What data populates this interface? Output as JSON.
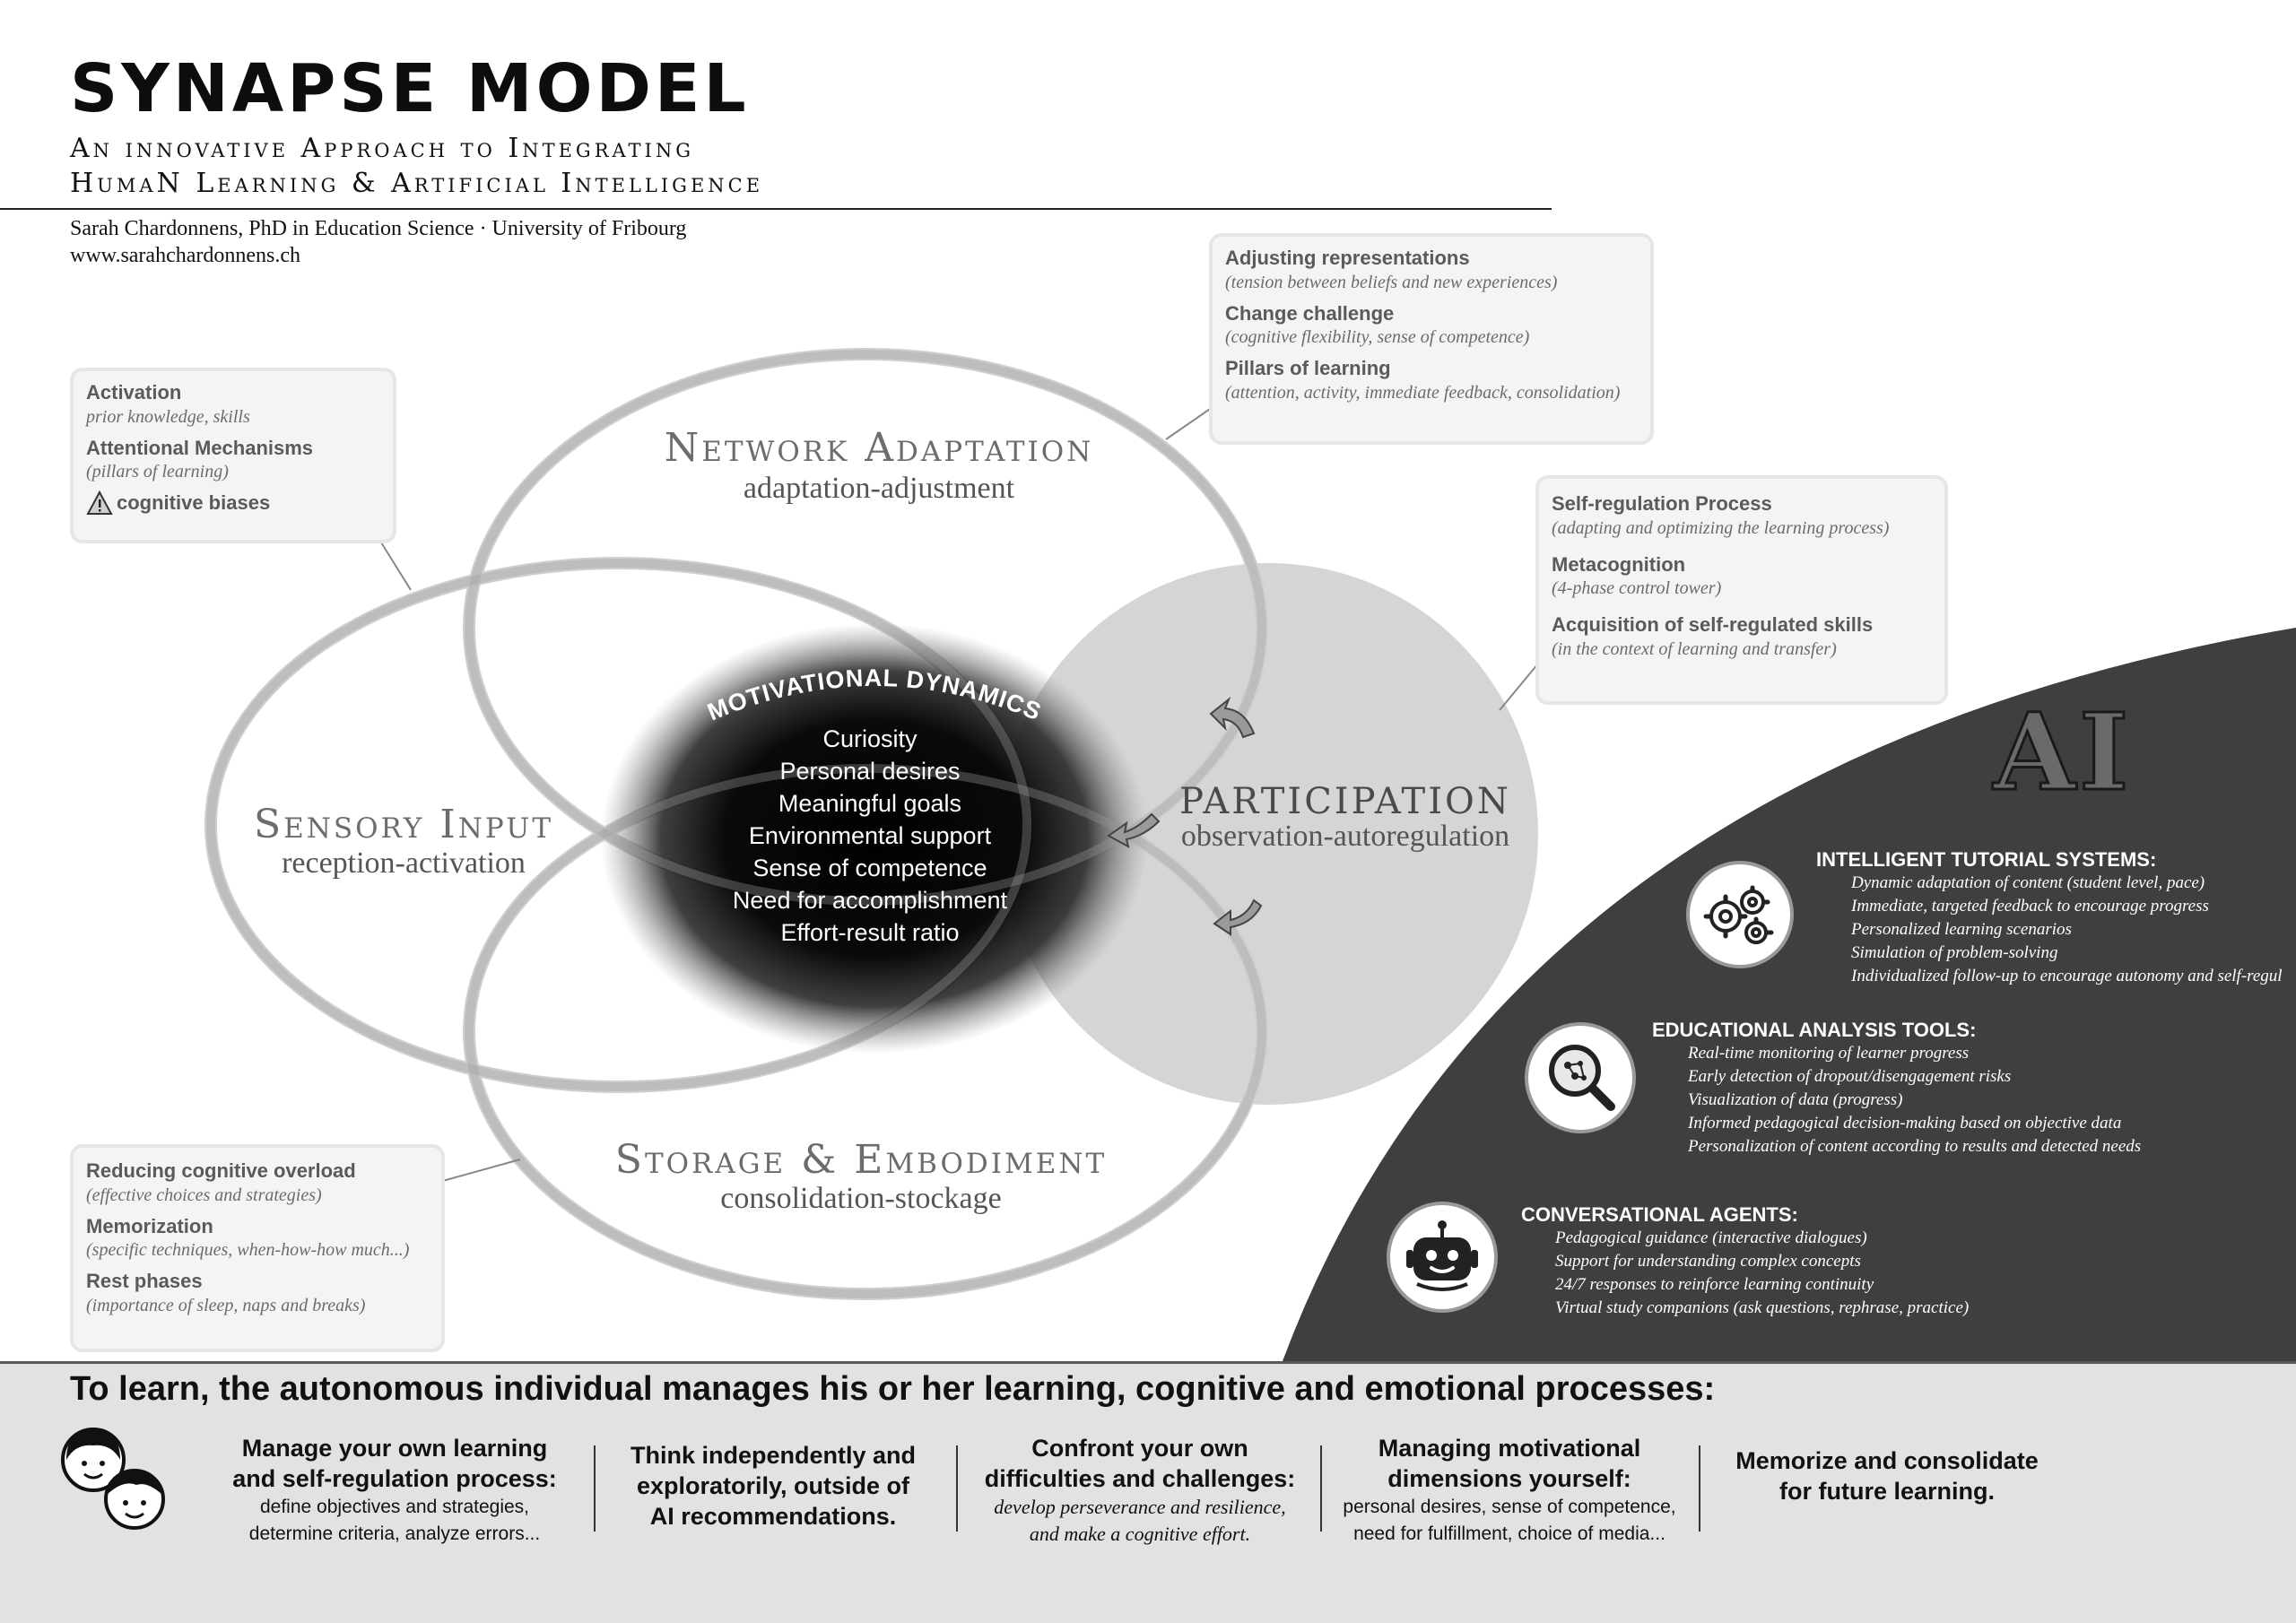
{
  "header": {
    "title": "SYNAPSE MODEL",
    "subtitle_line1": "An innovative Approach to Integrating",
    "subtitle_line2": "HumaN Learning & Artificial Intelligence",
    "author": "Sarah Chardonnens, PhD in Education Science · University of Fribourg",
    "website": "www.sarahchardonnens.ch"
  },
  "callouts": {
    "activation": {
      "items": [
        {
          "label": "Activation",
          "desc": "prior knowledge, skills"
        },
        {
          "label": "Attentional Mechanisms",
          "desc": "(pillars of learning)"
        }
      ],
      "warning": "cognitive biases"
    },
    "network": {
      "items": [
        {
          "label": "Adjusting representations",
          "desc": "(tension between beliefs and new experiences)"
        },
        {
          "label": "Change challenge",
          "desc": "(cognitive flexibility, sense of competence)"
        },
        {
          "label": "Pillars of learning",
          "desc": "(attention, activity, immediate feedback, consolidation)"
        }
      ]
    },
    "selfreg": {
      "items": [
        {
          "label": "Self-regulation Process",
          "desc": "(adapting and optimizing the learning process)"
        },
        {
          "label": "Metacognition",
          "desc": "(4-phase control tower)"
        },
        {
          "label": "Acquisition of self-regulated skills",
          "desc": "(in the context of learning and transfer)"
        }
      ]
    },
    "storage": {
      "items": [
        {
          "label": "Reducing cognitive overload",
          "desc": "(effective choices and strategies)"
        },
        {
          "label": "Memorization",
          "desc": "(specific techniques, when-how-how much...)"
        },
        {
          "label": "Rest phases",
          "desc": "(importance of sleep, naps and breaks)"
        }
      ]
    }
  },
  "circles": {
    "network": {
      "title": "Network Adaptation",
      "sub": "adaptation-adjustment"
    },
    "sensory": {
      "title": "Sensory Input",
      "sub": "reception-activation"
    },
    "participation": {
      "title": "PARTICIPATION",
      "sub": "observation-autoregulation"
    },
    "storage": {
      "title": "Storage & Embodiment",
      "sub": "consolidation-stockage"
    }
  },
  "motivation": {
    "title": "MOTIVATIONAL DYNAMICS",
    "items": [
      "Curiosity",
      "Personal desires",
      "Meaningful goals",
      "Environmental support",
      "Sense of competence",
      "Need for accomplishment",
      "Effort-result ratio"
    ]
  },
  "ai": {
    "label": "AI",
    "sections": [
      {
        "icon": "gears-icon",
        "heading": "INTELLIGENT TUTORIAL SYSTEMS:",
        "items": [
          "Dynamic adaptation of content (student level, pace)",
          "Immediate, targeted feedback to encourage progress",
          "Personalized learning scenarios",
          "Simulation of problem-solving",
          "Individualized follow-up to encourage autonomy and self-regul"
        ]
      },
      {
        "icon": "magnifier-icon",
        "heading": "EDUCATIONAL ANALYSIS TOOLS:",
        "items": [
          "Real-time monitoring of learner progress",
          " Early detection of dropout/disengagement risks",
          "Visualization of data (progress)",
          "Informed pedagogical decision-making based on objective data",
          "Personalization of content according to results and detected needs"
        ]
      },
      {
        "icon": "robot-icon",
        "heading": "CONVERSATIONAL AGENTS:",
        "items": [
          "Pedagogical guidance (interactive dialogues)",
          "Support for understanding complex concepts",
          "24/7 responses to reinforce learning continuity",
          "Virtual study companions (ask questions, rephrase, practice)"
        ]
      }
    ]
  },
  "bottom": {
    "title": "To learn, the autonomous individual manages his or her learning, cognitive and emotional processes:",
    "columns": [
      {
        "head": [
          "Manage your own learning",
          "and self-regulation process:"
        ],
        "desc": [
          "define objectives and strategies,",
          "determine criteria, analyze errors..."
        ]
      },
      {
        "head": [
          "Think independently and",
          "exploratorily, outside of",
          "AI recommendations."
        ],
        "desc": []
      },
      {
        "head": [
          "Confront your own",
          "difficulties and challenges:"
        ],
        "desc": [
          "develop perseverance and resilience,",
          "and make a cognitive effort."
        ]
      },
      {
        "head": [
          "Managing motivational",
          "dimensions yourself:"
        ],
        "desc": [
          "personal desires, sense of competence,",
          "need for fulfillment, choice of media..."
        ]
      },
      {
        "head": [
          "Memorize and consolidate",
          "for future learning."
        ],
        "desc": []
      }
    ]
  }
}
